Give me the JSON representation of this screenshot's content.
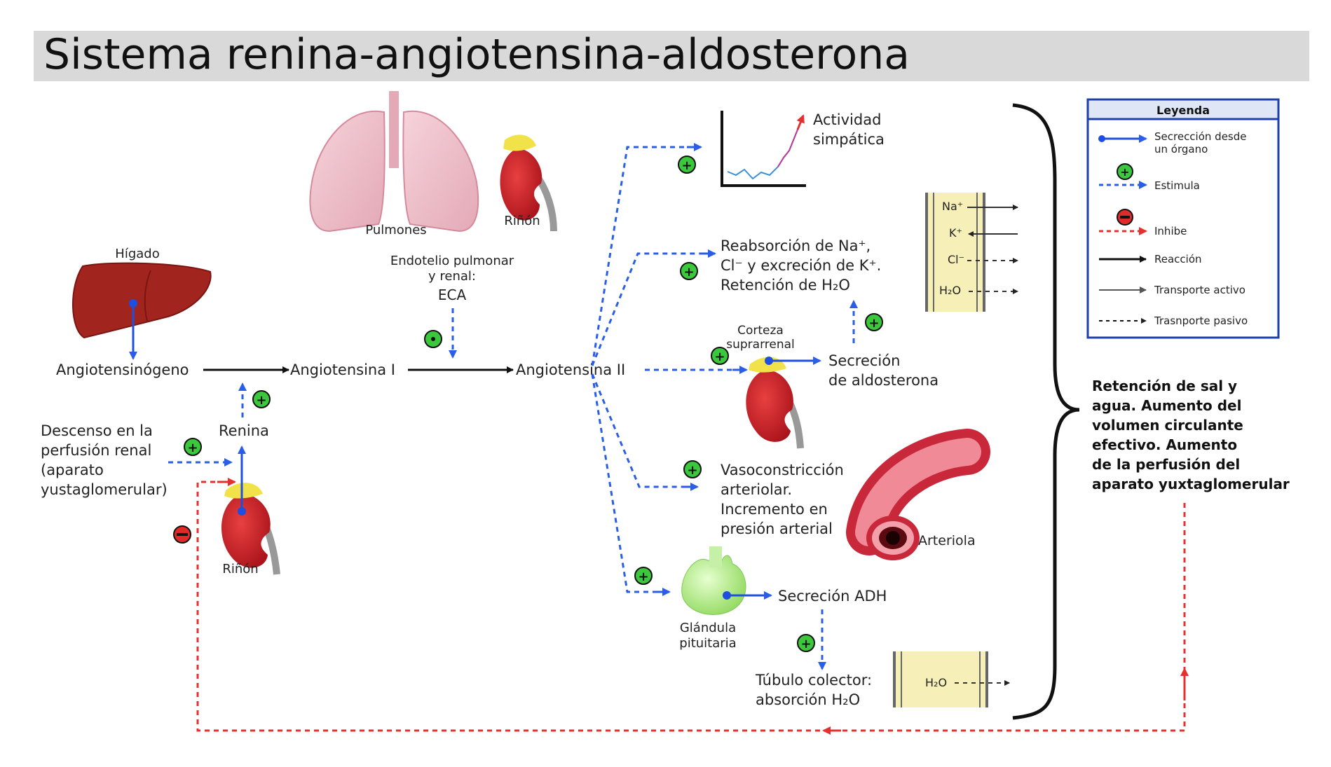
{
  "title": "Sistema renina-angiotensina-aldosterona",
  "colors": {
    "secretion": "#1f4fe0",
    "stimulate": "#2a5ee8",
    "inhibit": "#e53030",
    "plus_badge": "#3cc83c",
    "minus_badge": "#e02a2a",
    "title_bg": "#d9d9d9"
  },
  "icons": {
    "lungs": "lungs-icon",
    "kidney": "kidney-icon",
    "liver": "liver-icon",
    "arteriole": "arteriole-icon",
    "pituitary": "pituitary-gland-icon",
    "graph": "sympathetic-activity-graph-icon",
    "tubule": "tubule-membrane-icon"
  },
  "labels": {
    "higado": "Hígado",
    "pulmones": "Pulmones",
    "rinon_top": "Riñón",
    "endotelio_1": "Endotelio pulmonar",
    "endotelio_2": "y renal:",
    "eca": "ECA",
    "angiotensinogeno": "Angiotensinógeno",
    "angiotensina1": "Angiotensina I",
    "angiotensina2": "Angiotensina II",
    "renina": "Renina",
    "descenso_1": "Descenso en la",
    "descenso_2": "perfusión renal",
    "descenso_3": "(aparato",
    "descenso_4": "yustaglomerular)",
    "rinon_bottom": "Riñón",
    "actividad_1": "Actividad",
    "actividad_2": "simpática",
    "reabs_1": "Reabsorción de Na⁺,",
    "reabs_2": "Cl⁻ y excreción de K⁺.",
    "reabs_3": "Retención de H₂O",
    "corteza_1": "Corteza",
    "corteza_2": "suprarrenal",
    "secrecion_ald_1": "Secreción",
    "secrecion_ald_2": "de aldosterona",
    "vaso_1": "Vasoconstricción",
    "vaso_2": "arteriolar.",
    "vaso_3": "Incremento en",
    "vaso_4": "presión arterial",
    "arteriola": "Arteriola",
    "glandula_1": "Glándula",
    "glandula_2": "pituitaria",
    "secrecion_adh": "Secreción ADH",
    "tubulo_1": "Túbulo colector:",
    "tubulo_2": "absorción H₂O",
    "retencion_1": "Retención de sal y",
    "retencion_2": "agua. Aumento del",
    "retencion_3": "volumen circulante",
    "retencion_4": "efectivo. Aumento",
    "retencion_5": "de la perfusión del",
    "retencion_6": "aparato yuxtaglomerular"
  },
  "membrane_top": {
    "na": "Na⁺",
    "k": "K⁺",
    "cl": "Cl⁻",
    "h2o": "H₂O"
  },
  "membrane_bottom": {
    "h2o": "H₂O"
  },
  "legend": {
    "title": "Leyenda",
    "secrecion": "Secrección desde",
    "secrecion_2": "un órgano",
    "estimula": "Estimula",
    "inhibe": "Inhibe",
    "reaccion": "Reacción",
    "activo": "Transporte activo",
    "pasivo": "Trasnporte pasivo"
  }
}
